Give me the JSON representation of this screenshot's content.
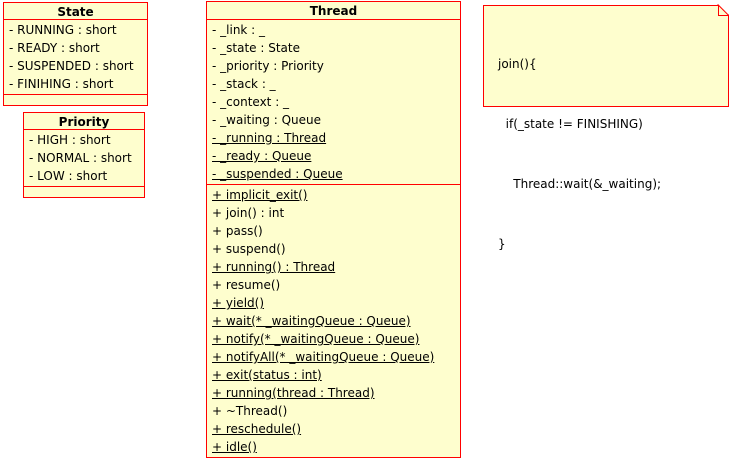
{
  "diagram": {
    "type": "uml-class-diagram",
    "background_color": "#FFFFFF",
    "box_fill_color": "#FEFECE",
    "box_border_color": "#FF0000",
    "text_color": "#000000"
  },
  "classes": [
    {
      "name": "State",
      "attributes": [
        {
          "text": "- RUNNING : short",
          "static": false
        },
        {
          "text": "- READY : short",
          "static": false
        },
        {
          "text": "- SUSPENDED : short",
          "static": false
        },
        {
          "text": "- FINIHING : short",
          "static": false
        }
      ],
      "operations": []
    },
    {
      "name": "Priority",
      "attributes": [
        {
          "text": "- HIGH : short",
          "static": false
        },
        {
          "text": "- NORMAL : short",
          "static": false
        },
        {
          "text": "- LOW : short",
          "static": false
        }
      ],
      "operations": []
    },
    {
      "name": "Thread",
      "attributes": [
        {
          "text": "- _link : _",
          "static": false
        },
        {
          "text": "- _state : State",
          "static": false
        },
        {
          "text": "- _priority : Priority",
          "static": false
        },
        {
          "text": "- _stack : _",
          "static": false
        },
        {
          "text": "- _context : _",
          "static": false
        },
        {
          "text": "- _waiting : Queue",
          "static": false
        },
        {
          "text": "- _running : Thread",
          "static": true
        },
        {
          "text": "- _ready : Queue",
          "static": true
        },
        {
          "text": "- _suspended : Queue",
          "static": true
        }
      ],
      "operations": [
        {
          "text": "+ implicit_exit()",
          "static": true
        },
        {
          "text": "+ join() : int",
          "static": false
        },
        {
          "text": "+ pass()",
          "static": false
        },
        {
          "text": "+ suspend()",
          "static": false
        },
        {
          "text": "+ running() : Thread",
          "static": true
        },
        {
          "text": "+ resume()",
          "static": false
        },
        {
          "text": "+ yield()",
          "static": true
        },
        {
          "text": "+ wait(* _waitingQueue : Queue)",
          "static": true
        },
        {
          "text": "+ notify(* _waitingQueue : Queue)",
          "static": true
        },
        {
          "text": "+ notifyAll(* _waitingQueue : Queue)",
          "static": true
        },
        {
          "text": "+ exit(status : int)",
          "static": true
        },
        {
          "text": "+ running(thread : Thread)",
          "static": true
        },
        {
          "text": "+ ~Thread()",
          "static": false
        },
        {
          "text": "+ reschedule()",
          "static": true
        },
        {
          "text": "+ idle()",
          "static": true
        }
      ]
    }
  ],
  "note": {
    "lines": [
      "join(){",
      "  if(_state != FINISHING)",
      "    Thread::wait(&_waiting);",
      "}"
    ]
  }
}
